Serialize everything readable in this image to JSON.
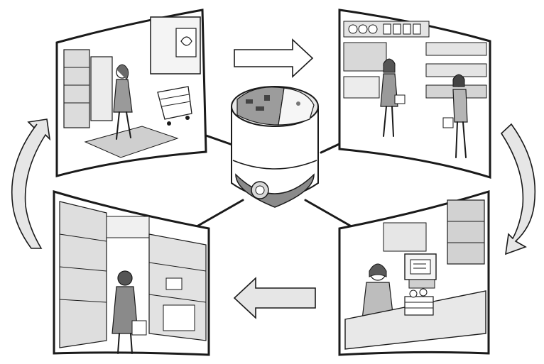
{
  "diagram": {
    "title": "",
    "panels": [
      {
        "id": "store-entrance",
        "icon": "woman-walking-in-store-entrance"
      },
      {
        "id": "supermarket-aisle",
        "icon": "shoppers-in-produce-aisle"
      },
      {
        "id": "checkout-counter",
        "icon": "cashier-at-checkout"
      },
      {
        "id": "shelf-aisle",
        "icon": "shopper-between-shelves"
      }
    ],
    "center": {
      "icon": "dome-security-camera"
    },
    "flow": {
      "arrows": [
        "right-arrow-top",
        "cycle-arrow-right",
        "left-arrow-bottom",
        "cycle-arrow-left"
      ]
    },
    "colors": {
      "line": "#1a1a1a",
      "panel_fill": "#ffffff",
      "shade": "#cfcfcf",
      "arrow_fill": "#e6e6e6",
      "dark_shade": "#9a9a9a"
    }
  }
}
